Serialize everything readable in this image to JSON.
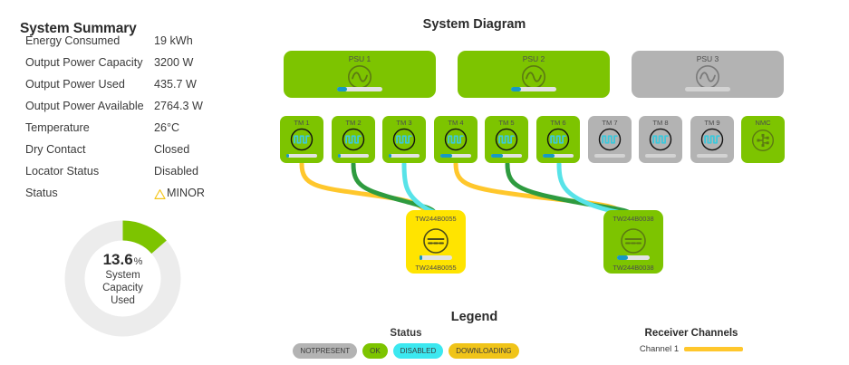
{
  "summary": {
    "title": "System Summary",
    "rows": [
      {
        "label": "Energy Consumed",
        "value": "19 kWh"
      },
      {
        "label": "Output Power Capacity",
        "value": "3200 W"
      },
      {
        "label": "Output Power Used",
        "value": "435.7 W"
      },
      {
        "label": "Output Power Available",
        "value": "2764.3 W"
      },
      {
        "label": "Temperature",
        "value": "26°C"
      },
      {
        "label": "Dry Contact",
        "value": "Closed"
      },
      {
        "label": "Locator Status",
        "value": "Disabled"
      },
      {
        "label": "Status",
        "value": "MINOR"
      }
    ]
  },
  "donut": {
    "value": "13.6",
    "symbol": "%",
    "caption_line1": "System",
    "caption_line2": "Capacity",
    "caption_line3": "Used",
    "percent": 13.6,
    "fill_color": "#7DC400",
    "track_color": "#ececec"
  },
  "diagram": {
    "title": "System Diagram",
    "psus": [
      {
        "label": "PSU 1",
        "status": "OK",
        "bar_percent": 22,
        "icon": "ac-sine-icon"
      },
      {
        "label": "PSU 2",
        "status": "OK",
        "bar_percent": 22,
        "icon": "ac-sine-icon"
      },
      {
        "label": "PSU 3",
        "status": "NOTPRESENT",
        "bar_percent": 0,
        "icon": "ac-sine-icon"
      }
    ],
    "modules": [
      {
        "label": "TM 1",
        "status": "OK",
        "bar_percent": 9,
        "icon": "square-wave-icon"
      },
      {
        "label": "TM 2",
        "status": "OK",
        "bar_percent": 9,
        "icon": "square-wave-icon"
      },
      {
        "label": "TM 3",
        "status": "OK",
        "bar_percent": 9,
        "icon": "square-wave-icon"
      },
      {
        "label": "TM 4",
        "status": "OK",
        "bar_percent": 38,
        "icon": "square-wave-icon"
      },
      {
        "label": "TM 5",
        "status": "OK",
        "bar_percent": 38,
        "icon": "square-wave-icon"
      },
      {
        "label": "TM 6",
        "status": "OK",
        "bar_percent": 38,
        "icon": "square-wave-icon"
      },
      {
        "label": "TM 7",
        "status": "NOTPRESENT",
        "bar_percent": 0,
        "icon": "square-wave-icon"
      },
      {
        "label": "TM 8",
        "status": "NOTPRESENT",
        "bar_percent": 0,
        "icon": "square-wave-icon"
      },
      {
        "label": "TM 9",
        "status": "NOTPRESENT",
        "bar_percent": 0,
        "icon": "square-wave-icon"
      }
    ],
    "nmc": {
      "label": "NMC",
      "status": "OK",
      "icon": "network-hub-icon"
    },
    "receivers": [
      {
        "label_top": "TW244B0055",
        "label_bottom": "TW244B0055",
        "status": "DOWNLOADING",
        "bar_percent": 8,
        "icon": "dc-dashed-icon"
      },
      {
        "label_top": "TW244B0038",
        "label_bottom": "TW244B0038",
        "status": "OK",
        "bar_percent": 34,
        "icon": "dc-dashed-icon"
      }
    ]
  },
  "legend": {
    "title": "Legend",
    "status_heading": "Status",
    "status_items": [
      {
        "label": "NOTPRESENT",
        "color": "#b3b3b3"
      },
      {
        "label": "OK",
        "color": "#7DC400"
      },
      {
        "label": "DISABLED",
        "color": "#3CE8F0"
      },
      {
        "label": "DOWNLOADING",
        "color": "#F0C419"
      }
    ],
    "receiver_heading": "Receiver Channels",
    "receiver_channels": [
      {
        "label": "Channel 1",
        "color": "#FFC72C"
      }
    ]
  },
  "colors": {
    "ok_green": "#7DC400",
    "notpresent_gray": "#b3b3b3",
    "downloading_yellow": "#FFE400",
    "progress_blue": "#1699c4",
    "wire_amber": "#FFC72C",
    "wire_green": "#2E9B3F",
    "wire_cyan": "#58E3E8",
    "warn_yellow": "#F5C518"
  }
}
